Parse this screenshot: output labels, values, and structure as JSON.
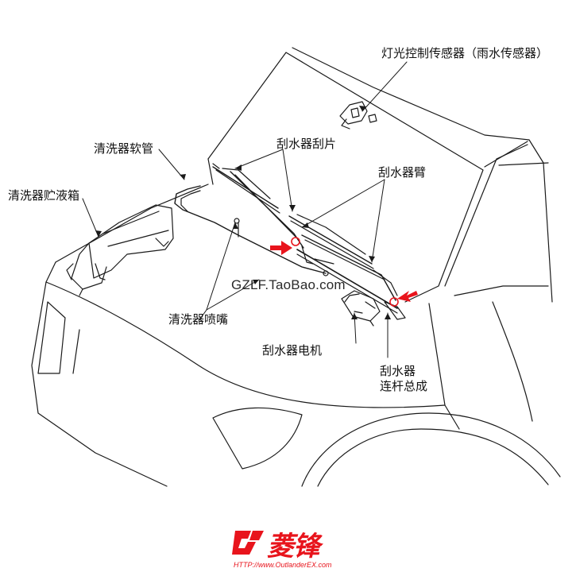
{
  "labels": {
    "rain_sensor": "灯光控制传感器（雨水传感器）",
    "washer_hose": "清洗器软管",
    "washer_tank": "清洗器贮液箱",
    "wiper_blade": "刮水器刮片",
    "wiper_arm": "刮水器臂",
    "washer_nozzle": "清洗器喷嘴",
    "wiper_motor": "刮水器电机",
    "linkage_line1": "刮水器",
    "linkage_line2": "连杆总成"
  },
  "watermark": "GZLF.TaoBao.com",
  "logo": {
    "name": "菱锋",
    "url": "HTTP://www.OutlanderEX.com"
  },
  "colors": {
    "line": "#1a1a1a",
    "arrow": "#e8141c",
    "brand": "#e8141c"
  }
}
